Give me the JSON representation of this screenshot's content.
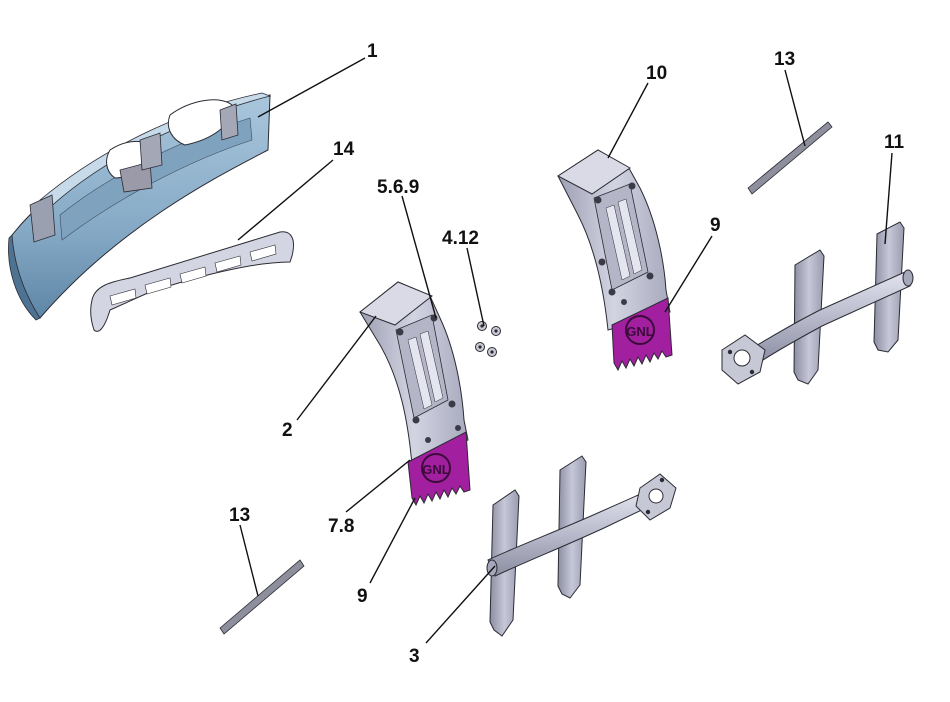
{
  "callouts": {
    "c1": "1",
    "c14": "14",
    "c569": "5.6.9",
    "c412": "4.12",
    "c10": "10",
    "c13a": "13",
    "c11": "11",
    "c9a": "9",
    "c2": "2",
    "c78": "7.8",
    "c9b": "9",
    "c13b": "13",
    "c3": "3"
  },
  "logo_text": "GNL",
  "colors": {
    "bumper": "#8fb3cf",
    "bumper_dark": "#5f87a8",
    "bracket": "#b9bccd",
    "mudguard": "#c4c5d6",
    "mudflap": "#a21fa0",
    "strip": "#8e8f9c",
    "outline": "#2b2b33"
  }
}
